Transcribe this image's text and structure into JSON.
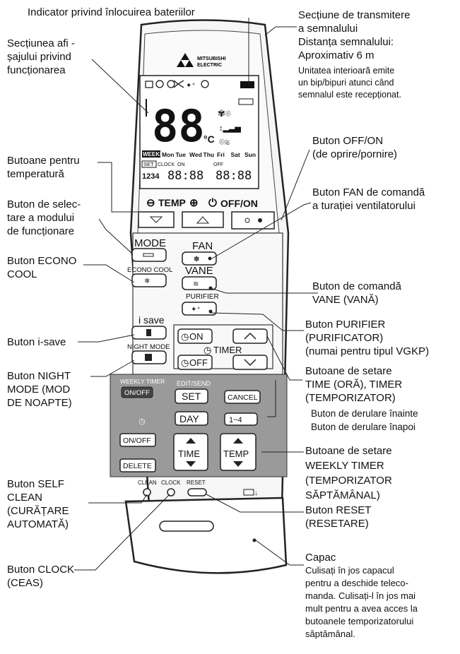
{
  "brand": {
    "name_line1": "MITSUBISHI",
    "name_line2": "ELECTRIC"
  },
  "lcd": {
    "temp": "88",
    "unit": "°C",
    "days": [
      "WEEKLY",
      "Mon",
      "Tue",
      "Wed",
      "Thu",
      "Fri",
      "Sat",
      "Sun"
    ],
    "set": "SET",
    "clock": "CLOCK",
    "on": "ON",
    "off": "OFF",
    "prog_digits": "1234",
    "time1": "88:88",
    "time2": "88:88"
  },
  "remote": {
    "temp": "TEMP",
    "offon": "OFF/ON",
    "mode": "MODE",
    "econo_cool": "ECONO COOL",
    "fan": "FAN",
    "vane": "VANE",
    "purifier": "PURIFIER",
    "isave": "i save",
    "night_mode": "NIGHT MODE",
    "on": "ON",
    "off": "OFF",
    "timer": "TIMER",
    "weekly_timer": "WEEKLY TIMER",
    "onoff": "ON/OFF",
    "edit_send": "EDIT/SEND",
    "set": "SET",
    "cancel": "CANCEL",
    "day": "DAY",
    "range": "1~4",
    "onoff2": "ON/OFF",
    "time": "TIME",
    "temp2": "TEMP",
    "delete": "DELETE",
    "clean": "CLEAN",
    "clock": "CLOCK",
    "reset": "RESET"
  },
  "labels": {
    "battery": "Indicator privind înlocuirea bateriilor",
    "display": "Secțiunea afi -\nșajului privind\nfuncționarea",
    "temp_buttons": "Butoane pentru\ntemperatură",
    "mode_button": "Buton de selec-\ntare a modului\nde funcționare",
    "econo_button": "Buton ECONO\nCOOL",
    "isave_button": "Buton i-save",
    "night_button": "Buton NIGHT\nMODE (MOD\nDE NOAPTE)",
    "self_clean": "Buton SELF\nCLEAN\n(CURĂȚARE\nAUTOMATĂ)",
    "clock_button": "Buton CLOCK\n(CEAS)",
    "transmit": "Secțiune de transmitere\na semnalului\nDistanța semnalului:\nAproximativ 6 m",
    "transmit_note": "Unitatea interioară emite\nun bip/bipuri atunci când\nsemnalul este recepționat.",
    "offon_button": "Buton OFF/ON\n(de oprire/pornire)",
    "fan_button": "Buton FAN de comandă\na turației ventilatorului",
    "vane_button": "Buton de comandă\nVANE (VANĂ)",
    "purifier_button": "Buton PURIFIER\n(PURIFICATOR)\n(numai pentru tipul VGKP)",
    "time_timer": "Butoane de setare\nTIME (ORĂ), TIMER\n(TEMPORIZATOR)",
    "scroll": "Buton de derulare înainte\nButon de derulare înapoi",
    "weekly": "Butoane de setare\nWEEKLY TIMER\n(TEMPORIZATOR\nSĂPTĂMÂNAL)",
    "reset_button": "Buton RESET\n(RESETARE)",
    "cover_title": "Capac",
    "cover_text": "Culisați în jos capacul\npentru a deschide teleco-\nmanda. Culisați-l în jos mai\nmult pentru a avea acces la\nbutoanele temporizatorului\nsăptămânal."
  }
}
